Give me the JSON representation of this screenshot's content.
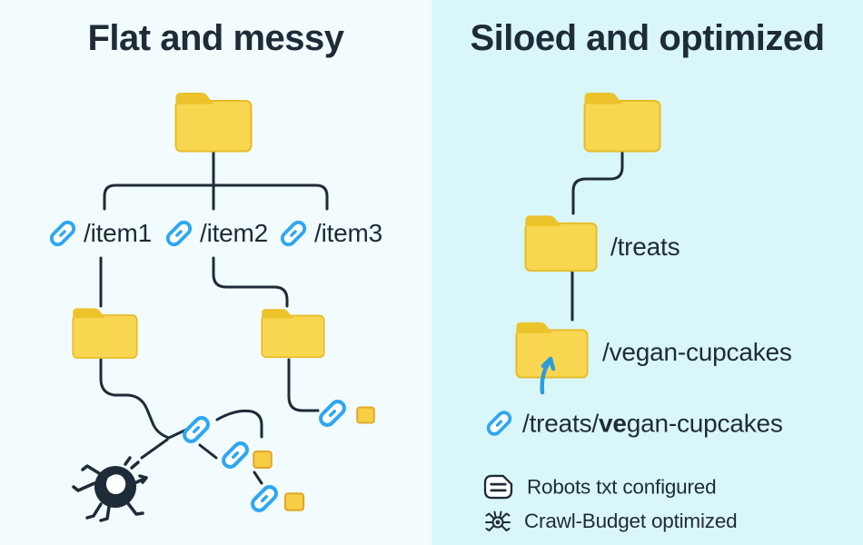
{
  "panels": {
    "left": {
      "title": "Flat and messy",
      "links": [
        "/item1",
        "/item2",
        "/item3"
      ]
    },
    "right": {
      "title": "Siloed and optimized",
      "folder_labels": {
        "level2": "/treats",
        "level3": "/vegan-cupcakes"
      },
      "url": {
        "prefix": "/treats/",
        "bold": "ve",
        "suffix": "gan-cupcakes"
      },
      "checklist": [
        {
          "icon": "robots-note-icon",
          "label": "Robots txt configured"
        },
        {
          "icon": "crawler-spider-icon",
          "label": "Crawl-Budget optimized"
        }
      ]
    }
  },
  "icons": {
    "chain_link": "chain-link-icon",
    "folder": "folder-icon",
    "page": "yellow-page-icon",
    "crawler": "crawler-spider",
    "note": "robots-note-icon",
    "arrow": "blue-up-arrow-icon"
  },
  "colors": {
    "left_bg": "#F2FBFD",
    "right_bg": "#D9F7F9",
    "ink": "#1E2B38",
    "folder_body": "#F8D650",
    "folder_tab": "#EDC32C",
    "folder_stroke": "#E5BC29",
    "link_blue": "#2EA7F2",
    "arrow_blue": "#2D9CDB",
    "page_fill": "#F7CF45",
    "page_stroke": "#E2A92B"
  }
}
